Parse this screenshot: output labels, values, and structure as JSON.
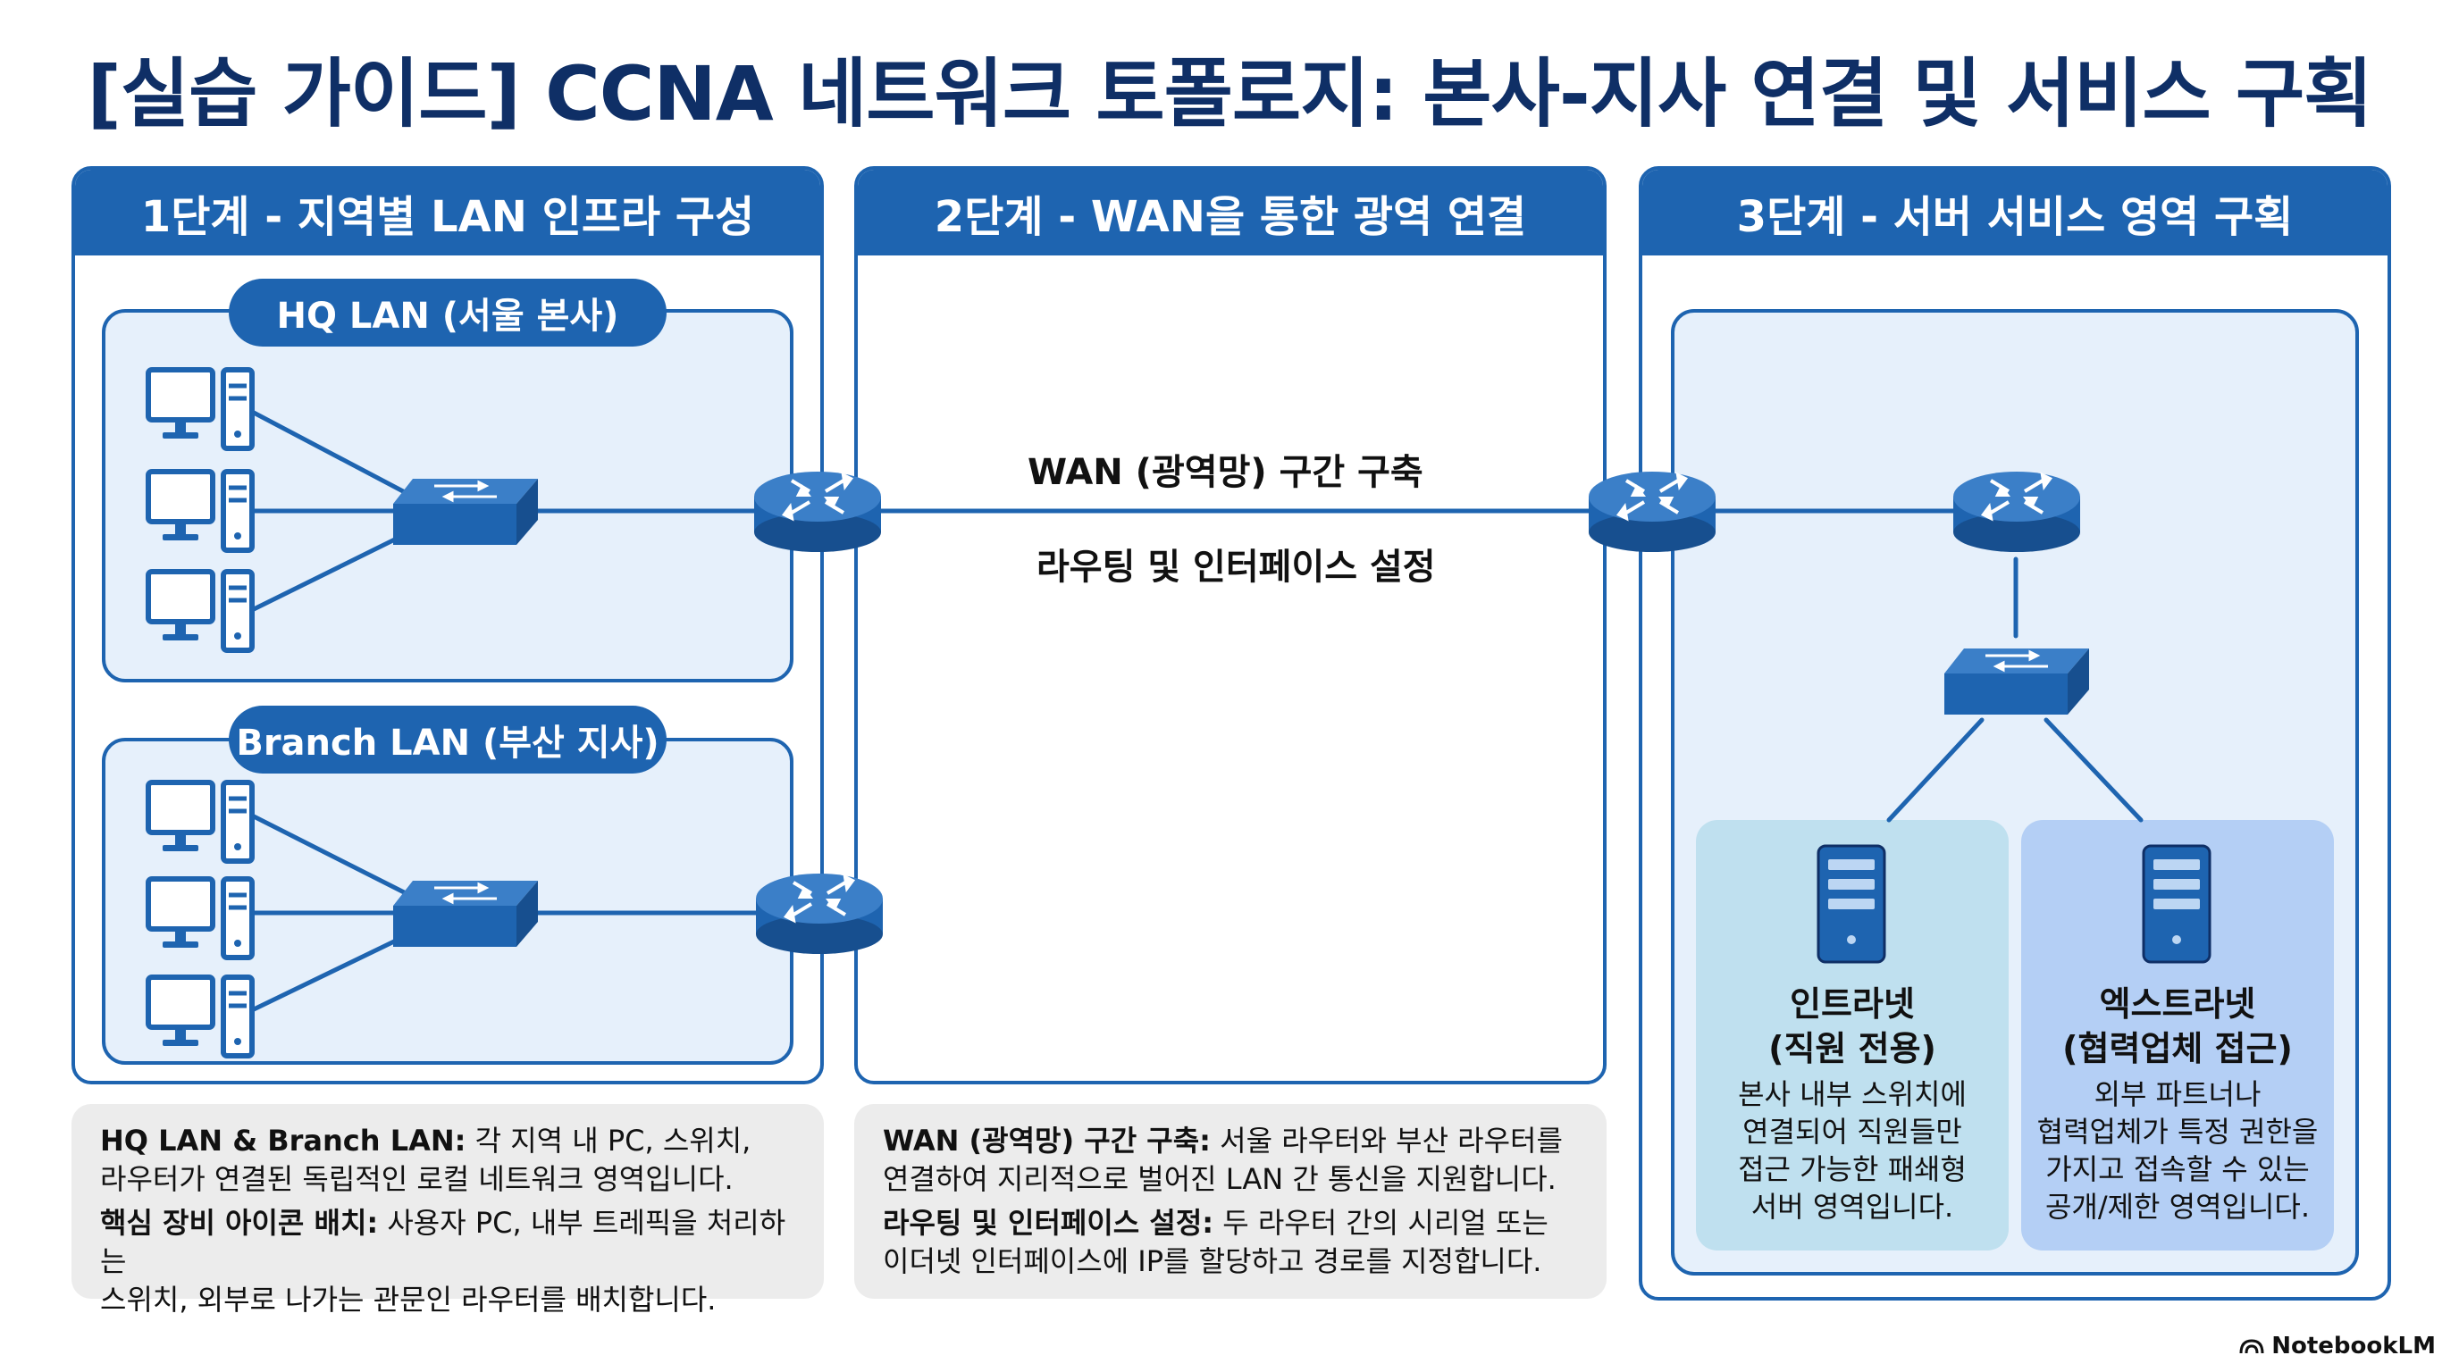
{
  "title": "[실습 가이드] CCNA 네트워크 토폴로지: 본사-지사 연결 및 서비스 구획",
  "stages": [
    {
      "label": "1단계 - 지역별 LAN 인프라 구성"
    },
    {
      "label": "2단계 - WAN을 통한 광역 연결"
    },
    {
      "label": "3단계 - 서버 서비스 영역 구획"
    }
  ],
  "lans": {
    "hq": "HQ LAN (서울 본사)",
    "branch": "Branch LAN (부산 지사)"
  },
  "wan": {
    "label1": "WAN (광역망) 구간 구축",
    "label2": "라우팅 및 인터페이스 설정"
  },
  "services": {
    "intranet": {
      "title1": "인트라넷",
      "title2": "(직원 전용)",
      "desc": [
        "본사 내부 스위치에",
        "연결되어 직원들만",
        "접근 가능한 패쇄형",
        "서버 영역입니다."
      ]
    },
    "extranet": {
      "title1": "엑스트라넷",
      "title2": "(협력업체 접근)",
      "desc": [
        "외부 파트너나",
        "협력업체가 특정 권한을",
        "가지고 접속할 수 있는",
        "공개/제한 영역입니다."
      ]
    }
  },
  "notes": {
    "n1": {
      "h1": "HQ LAN & Branch LAN:",
      "t1a": " 각 지역 내 PC, 스위치,",
      "t1b": "라우터가 연결된 독립적인 로컬 네트워크 영역입니다.",
      "h2": "핵심 장비 아이콘 배치:",
      "t2a": " 사용자 PC, 내부 트레픽을 처리하는",
      "t2b": "스위치, 외부로 나가는 관문인 라우터를 배치합니다."
    },
    "n2": {
      "h1": "WAN (광역망) 구간 구축:",
      "t1a": " 서울 라우터와 부산 라우터를",
      "t1b": "연결하여 지리적으로 벌어진 LAN 간 통신을 지원합니다.",
      "h2": "라우팅 및 인터페이스 설정:",
      "t2a": " 두 라우터 간의 시리얼 또는",
      "t2b": "이더넷 인터페이스에 IP를 할당하고 경로를 지정합니다."
    }
  },
  "brand": "NotebookLM",
  "colors": {
    "primary": "#1e64b0",
    "title": "#0f2f66",
    "lan_fill": "#e6f0fb",
    "intranet": "#bfe0ef",
    "extranet": "#b4cff5"
  },
  "icons": [
    "pc-icon",
    "switch-icon",
    "router-icon",
    "server-icon"
  ]
}
